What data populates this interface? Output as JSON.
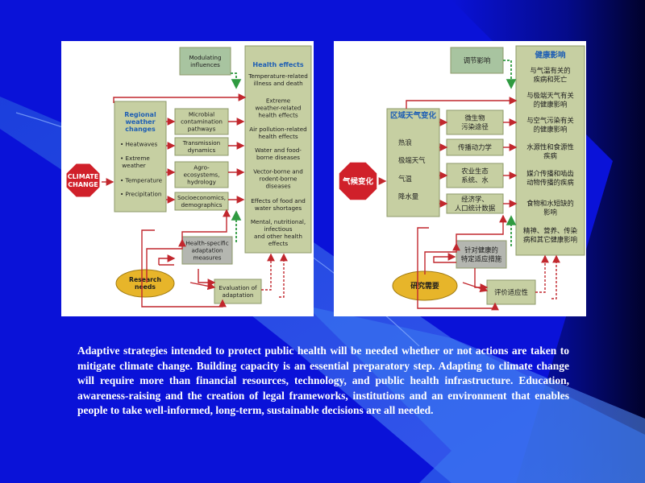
{
  "colors": {
    "background": "#0a12d8",
    "box_fill": "#c6cfa2",
    "box_border": "#8e9a6a",
    "modulating_fill": "#a8c4a0",
    "grey_box": "#b4b6b0",
    "stop_sign": "#d0202a",
    "research_oval": "#e7b52a",
    "arrow_red": "#c1272d",
    "arrow_green": "#2f9a40",
    "title_blue": "#1f5fb4"
  },
  "en": {
    "modulating": "Modulating\ninfluences",
    "health_title": "Health effects",
    "health_items": [
      "Temperature-related\nillness and death",
      "Extreme\nweather-related\nhealth effects",
      "Air pollution-related\nhealth effects",
      "Water and food-\nborne diseases",
      "Vector-borne and\nrodent-borne\ndiseases",
      "Effects of food and\nwater shortages",
      "Mental, nutritional,\ninfectious\nand other health\neffects"
    ],
    "regional_title": "Regional\nweather\nchanges",
    "regional_items": [
      "• Heatwaves",
      "• Extreme\n  weather",
      "• Temperature",
      "• Precipitation"
    ],
    "middle_items": [
      "Microbial\ncontamination\npathways",
      "Transmission\ndynamics",
      "Agro-\necosystems,\nhydrology",
      "Socioeconomics,\ndemographics"
    ],
    "climate": "CLIMATE\nCHANGE",
    "adaptation": "Health-specific\nadaptation\nmeasures",
    "research": "Research\nneeds",
    "evaluation": "Evaluation of\nadaptation"
  },
  "zh": {
    "modulating": "调节影响",
    "health_title": "健康影响",
    "health_items": [
      "与气温有关的\n疾病和死亡",
      "与极端天气有关\n的健康影响",
      "与空气污染有关\n的健康影响",
      "水源性和食源性\n疾病",
      "媒介传播和啮齿\n动物传播的疾病",
      "食物和水短缺的\n影响",
      "精神、营养、传染\n病和其它健康影响"
    ],
    "regional_title": "区域天气变化",
    "regional_items": [
      "热浪",
      "极端天气",
      "气温",
      "降水量"
    ],
    "middle_items": [
      "微生物\n污染途径",
      "传播动力学",
      "农业生态\n系统、水",
      "经济学、\n人口统计数据"
    ],
    "climate": "气候变化",
    "adaptation": "针对健康的\n特定适应措施",
    "research": "研究需要",
    "evaluation": "评价适应性"
  },
  "caption": "Adaptive strategies intended to protect public health will be needed whether or not actions are taken to mitigate climate change. Building capacity is an essential preparatory step. Adapting to climate change will require more than financial resources, technology, and public health infrastructure. Education, awareness-raising and the creation of legal frameworks, institutions and an environment that enables people to take well-informed, long-term, sustainable decisions are all needed."
}
